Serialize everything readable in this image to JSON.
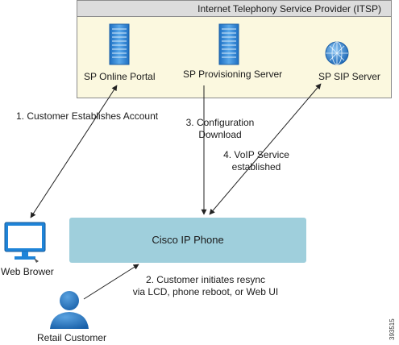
{
  "itsp": {
    "title": "Internet Telephony Service Provider (ITSP)"
  },
  "servers": {
    "online_portal": "SP Online Portal",
    "provisioning": "SP Provisioning Server",
    "sip": "SP SIP Server"
  },
  "steps": {
    "step1": "1. Customer Establishes Account",
    "step3_line1": "3. Configuration",
    "step3_line2": "Download",
    "step4_line1": "4. VoIP Service",
    "step4_line2": "established",
    "step2_line1": "2. Customer initiates resync",
    "step2_line2": "via LCD, phone reboot, or Web UI"
  },
  "phone": {
    "label": "Cisco IP Phone"
  },
  "web_browser": {
    "label": "Web Brower"
  },
  "customer": {
    "label": "Retail Customer"
  },
  "figure_id": "393515",
  "colors": {
    "itsp_bg": "#fbf8df",
    "phone_bg": "#9fcfdc",
    "server_blue": "#2f7fd0",
    "monitor_blue": "#1f84d8",
    "person_blue": "#1e73c0"
  },
  "icons": [
    "server-icon",
    "globe-server-icon",
    "monitor-icon",
    "person-icon"
  ]
}
